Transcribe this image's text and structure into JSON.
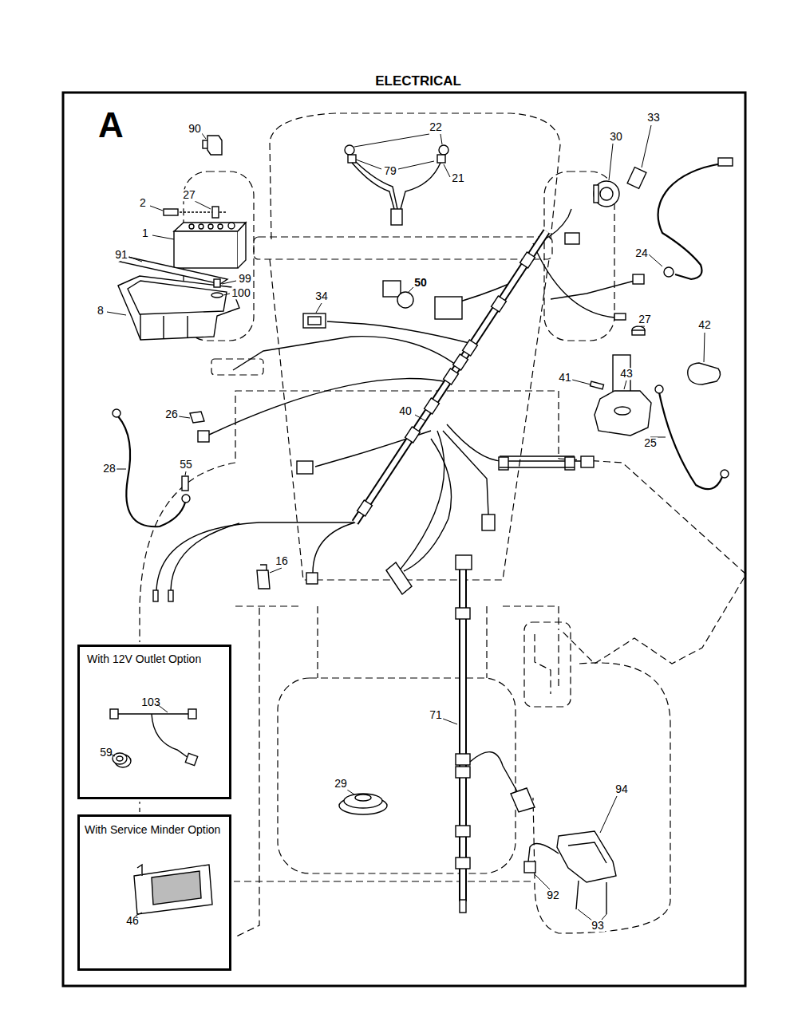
{
  "diagram": {
    "title": "ELECTRICAL",
    "nodes": [
      {
        "text": [
          "With 12V Outlet Option",
          "103",
          "59"
        ]
      },
      {
        "text": [
          "With Service Minder Option",
          "46"
        ]
      }
    ],
    "labels": [
      "A",
      "90",
      "2",
      "27",
      "1",
      "91",
      "8",
      "99",
      "100",
      "22",
      "79",
      "21",
      "30",
      "33",
      "24",
      "34",
      "50",
      "27",
      "42",
      "41",
      "43",
      "26",
      "40",
      "25",
      "28",
      "55",
      "16",
      "71",
      "29",
      "94",
      "92",
      "93"
    ]
  }
}
